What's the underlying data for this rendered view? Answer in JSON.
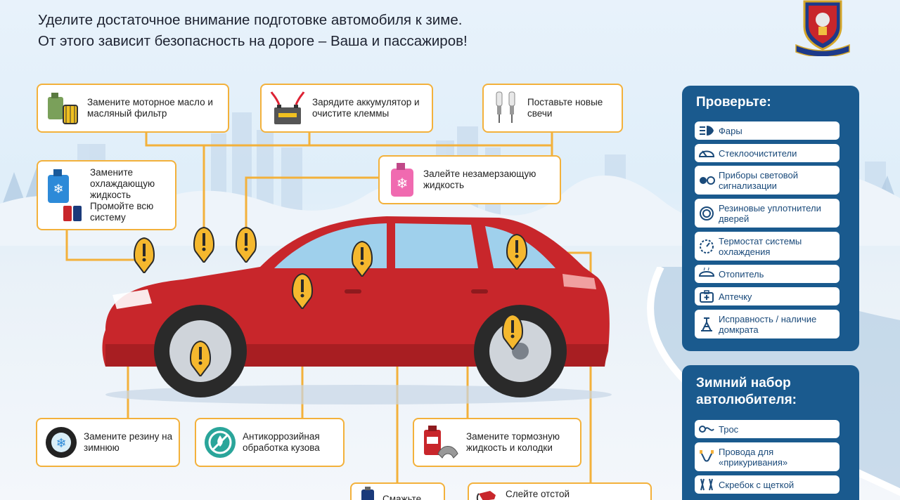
{
  "header": {
    "line1": "Уделите достаточное внимание подготовке автомобиля к зиме.",
    "line2": "От этого зависит безопасность на дороге – Ваша и пассажиров!"
  },
  "tips": {
    "oil": "Замените моторное масло и масляный фильтр",
    "battery": "Зарядите аккумулятор и очистите клеммы",
    "plugs": "Поставьте новые свечи",
    "coolant": "Замените охлаждающую жидкость Промойте всю систему",
    "antifreeze": "Залейте незамерзающую жидкость",
    "tires": "Замените резину на зимнюю",
    "anticorrosion": "Антикоррозийная обработка кузова",
    "brakes": "Замените тормозную жидкость и колодки",
    "grease": "Смажьте",
    "drain": "Слейте отстой"
  },
  "check_panel": {
    "title": "Проверьте:",
    "items": [
      {
        "label": "Фары",
        "icon": "headlight-icon"
      },
      {
        "label": "Стеклоочистители",
        "icon": "wiper-icon"
      },
      {
        "label": "Приборы световой сигнализации",
        "icon": "signal-lights-icon"
      },
      {
        "label": "Резиновые уплотнители дверей",
        "icon": "door-seal-icon"
      },
      {
        "label": "Термостат системы охлаждения",
        "icon": "thermostat-icon"
      },
      {
        "label": "Отопитель",
        "icon": "heater-icon"
      },
      {
        "label": "Аптечку",
        "icon": "first-aid-kit-icon"
      },
      {
        "label": "Исправность / наличие домкрата",
        "icon": "jack-icon"
      }
    ]
  },
  "kit_panel": {
    "title_line1": "Зимний набор",
    "title_line2": "автолюбителя:",
    "items": [
      {
        "label": "Трос",
        "icon": "tow-rope-icon"
      },
      {
        "label": "Провода для «прикуривания»",
        "icon": "jumper-cables-icon"
      },
      {
        "label": "Скребок с щеткой",
        "icon": "scraper-brush-icon"
      }
    ]
  },
  "colors": {
    "accent": "#f3b13b",
    "panel": "#1a5a8e",
    "car": "#c8262b",
    "warning": "#f5b82e"
  }
}
